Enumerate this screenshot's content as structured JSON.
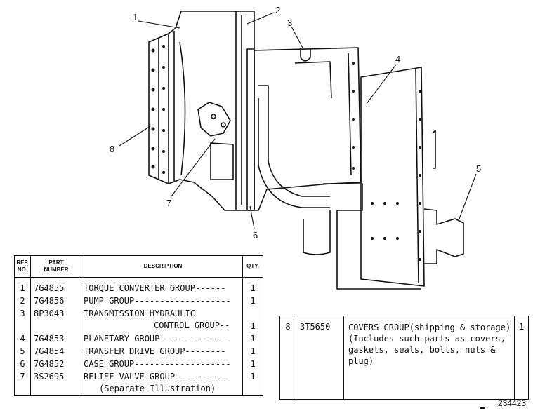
{
  "callouts": [
    "1",
    "2",
    "3",
    "4",
    "5",
    "6",
    "7",
    "8"
  ],
  "table": {
    "headers": {
      "ref": [
        "REF.",
        "NO."
      ],
      "part": [
        "PART",
        "NUMBER"
      ],
      "description": "DESCRIPTION",
      "qty": "QTY."
    },
    "rows": [
      {
        "ref": "1",
        "part": "7G4855",
        "desc": "TORQUE CONVERTER GROUP------",
        "qty": "1"
      },
      {
        "ref": "2",
        "part": "7G4856",
        "desc": "PUMP GROUP-------------------",
        "qty": "1"
      },
      {
        "ref": "3",
        "part": "8P3043",
        "desc": "TRANSMISSION HYDRAULIC",
        "desc2": "CONTROL GROUP--",
        "qty": "1"
      },
      {
        "ref": "4",
        "part": "7G4853",
        "desc": "PLANETARY GROUP--------------",
        "qty": "1"
      },
      {
        "ref": "5",
        "part": "7G4854",
        "desc": "TRANSFER DRIVE GROUP--------",
        "qty": "1"
      },
      {
        "ref": "6",
        "part": "7G4852",
        "desc": "CASE GROUP-------------------",
        "qty": "1"
      },
      {
        "ref": "7",
        "part": "3S2695",
        "desc": "RELIEF VALVE GROUP-----------",
        "desc2": "(Separate Illustration)",
        "qty": "1"
      }
    ]
  },
  "covers": {
    "ref": "8",
    "part": "3T5650",
    "desc_lines": [
      "COVERS GROUP(shipping & storage)",
      "(Includes such parts as covers,",
      "gaskets,  seals,  bolts,  nuts & plug)"
    ],
    "qty": "1"
  },
  "figure_number": "234423"
}
